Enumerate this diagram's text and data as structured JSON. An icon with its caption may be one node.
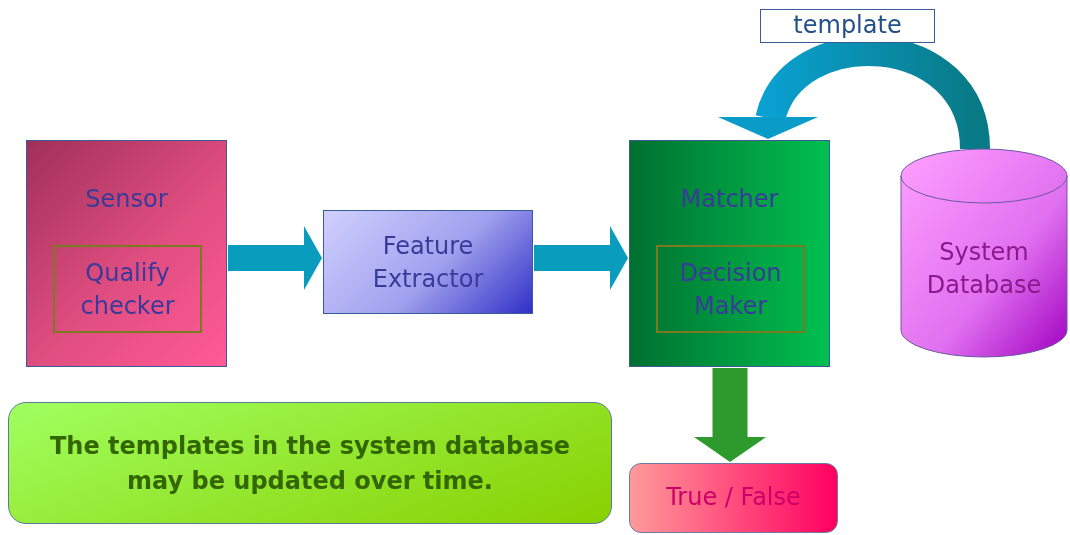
{
  "diagram": {
    "nodes": [
      {
        "text": [
          "Sensor"
        ]
      },
      {
        "text": [
          "Qualify checker"
        ],
        "in": 0
      },
      {
        "text": [
          "Feature Extractor"
        ]
      },
      {
        "text": [
          "Matcher"
        ]
      },
      {
        "text": [
          "Decision Maker"
        ],
        "in": 3
      },
      {
        "text": [
          "System Database"
        ]
      },
      {
        "text": [
          "True / False"
        ]
      },
      {
        "text": [
          "The templates in the system database may be updated over time."
        ]
      }
    ],
    "edges": [
      {
        "from": 0,
        "to": 2,
        "arrow": "to"
      },
      {
        "from": 2,
        "to": 3,
        "arrow": "to"
      },
      {
        "from": 5,
        "to": 3,
        "arrow": "to",
        "label": "template"
      },
      {
        "from": 3,
        "to": 6,
        "arrow": "to",
        "color": "#2e9a2e"
      }
    ]
  }
}
